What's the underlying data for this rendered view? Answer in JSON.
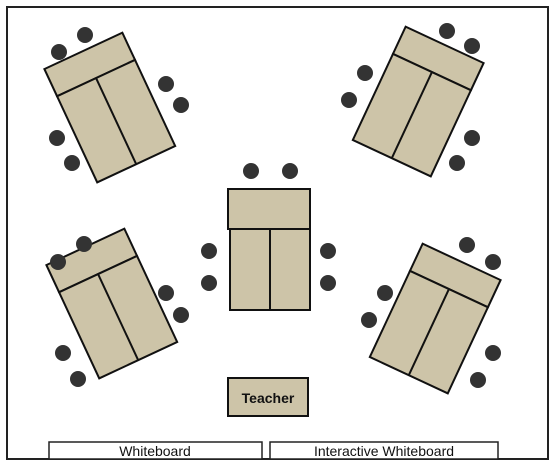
{
  "labels": {
    "teacher": "Teacher",
    "whiteboard": "Whiteboard",
    "interactive_whiteboard": "Interactive Whiteboard"
  },
  "groups": [
    {
      "name": "top-left",
      "desks": 3,
      "chairs": 6
    },
    {
      "name": "top-right",
      "desks": 3,
      "chairs": 6
    },
    {
      "name": "center",
      "desks": 3,
      "chairs": 6
    },
    {
      "name": "bottom-left",
      "desks": 3,
      "chairs": 6
    },
    {
      "name": "bottom-right",
      "desks": 3,
      "chairs": 6
    }
  ],
  "colors": {
    "desk_fill": "#cdc4a8",
    "chair_fill": "#333333",
    "outline": "#111111"
  }
}
